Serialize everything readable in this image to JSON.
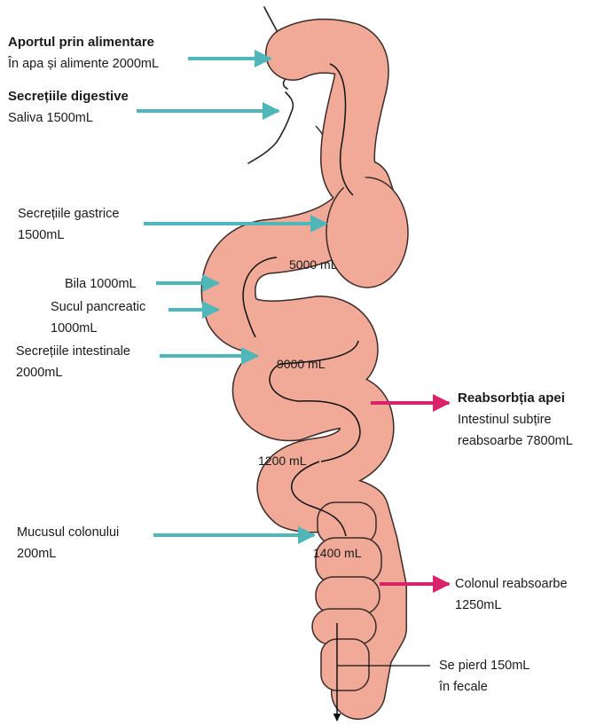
{
  "colors": {
    "intake_arrow": "#4fb6b9",
    "reabsorption_arrow": "#d8236b",
    "gut_fill": "#f1aa98",
    "gut_outline": "#3a2b28"
  },
  "inputs": {
    "intake": {
      "title": "Aportul prin alimentare",
      "detail": "În apa și alimente 2000mL"
    },
    "digestive": {
      "title": "Secrețiile digestive",
      "detail": "Saliva 1500mL"
    },
    "gastric": {
      "line1": "Secrețiile gastrice",
      "line2": "1500mL"
    },
    "bile": {
      "line1": "Bila 1000mL"
    },
    "pancreatic": {
      "line1": "Sucul pancreatic",
      "line2": "1000mL"
    },
    "intestinal": {
      "line1": "Secrețiile intestinale",
      "line2": "2000mL"
    },
    "mucus": {
      "line1": "Mucusul colonului",
      "line2": "200mL"
    }
  },
  "outputs": {
    "small_intestine": {
      "title": "Reabsorbția apei",
      "line1": "Intestinul subțire",
      "line2": "reabsoarbe 7800mL"
    },
    "colon": {
      "line1": "Colonul reabsoarbe",
      "line2": "1250mL"
    },
    "feces": {
      "line1": "Se pierd 150mL",
      "line2": "în fecale"
    }
  },
  "volumes": {
    "stomach": "5000 mL",
    "small_intestine_upper": "9000 mL",
    "small_intestine_lower": "1200 mL",
    "colon": "1400 mL"
  }
}
